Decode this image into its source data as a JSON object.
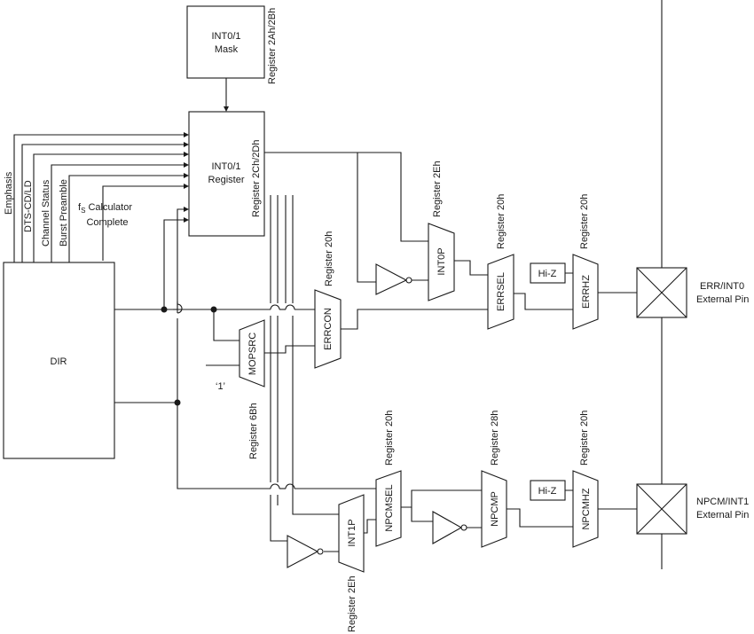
{
  "blocks": {
    "mask": {
      "line1": "INT0/1",
      "line2": "Mask",
      "register": "Register 2Ah/2Bh"
    },
    "int_register": {
      "line1": "INT0/1",
      "line2": "Register",
      "register": "Register 2Ch/2Dh"
    },
    "dir": {
      "label": "DIR"
    }
  },
  "dir_signals": {
    "emphasis": "Emphasis",
    "dts": "DTS-CD/LD",
    "channel_status": "Channel Status",
    "burst_preamble": "Burst Preamble",
    "fs_calc_f": "f",
    "fs_calc_sub": "S",
    "fs_calc_rest": " Calculator",
    "fs_calc_line2": "Complete"
  },
  "muxes": {
    "errcon": {
      "label": "ERRCON",
      "register": "Register 20h"
    },
    "mopsrc": {
      "label": "MOPSRC",
      "register": "Register 6Bh",
      "input_label": "‘1’"
    },
    "int0p": {
      "label": "INT0P",
      "register": "Register 2Eh"
    },
    "errsel": {
      "label": "ERRSEL",
      "register": "Register 20h"
    },
    "errhz": {
      "label": "ERRHZ",
      "register": "Register 20h"
    },
    "int1p": {
      "label": "INT1P",
      "register": "Register 2Eh"
    },
    "npcmsel": {
      "label": "NPCMSEL",
      "register": "Register 20h"
    },
    "npcmp": {
      "label": "NPCMP",
      "register": "Register 28h"
    },
    "npcmhz": {
      "label": "NPCMHZ",
      "register": "Register 20h"
    }
  },
  "hiz": {
    "top": "Hi-Z",
    "bottom": "Hi-Z"
  },
  "pins": {
    "err": {
      "line1": "ERR/INT0",
      "line2": "External Pin"
    },
    "npcm": {
      "line1": "NPCM/INT1",
      "line2": "External Pin"
    }
  }
}
